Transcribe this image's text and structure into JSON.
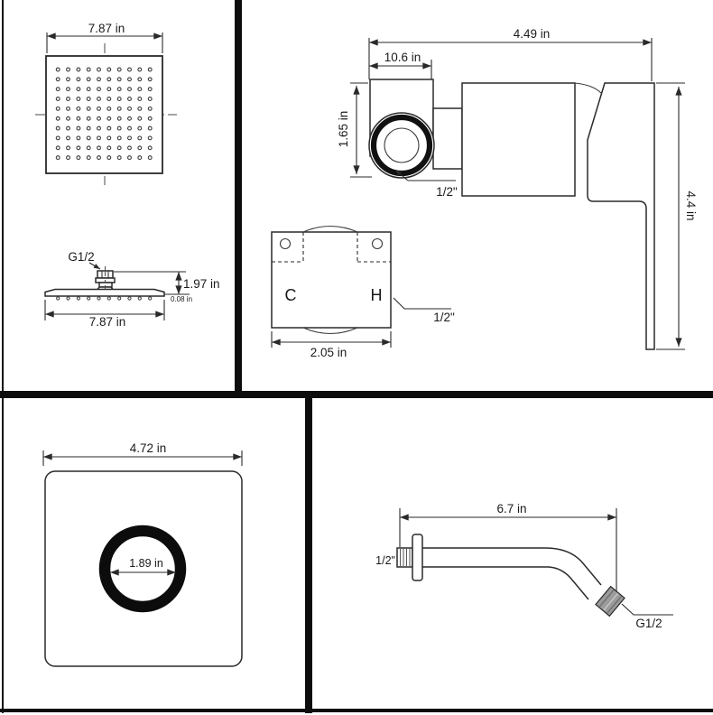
{
  "drawing_title": "shower-set-dimension-sheet",
  "colors": {
    "line": "#2a2a2a",
    "background": "#ffffff",
    "divider": "#0d0d0d",
    "nut_fill": "#9b9b9b"
  },
  "panels": {
    "shower_head": {
      "top_view": {
        "width_label": "7.87 in"
      },
      "side_view": {
        "thread_label": "G1/2",
        "height_label": "1.97 in",
        "thickness_label": "0.08 in",
        "width_label": "7.87 in"
      },
      "nozzle_grid": {
        "rows": 10,
        "cols": 10
      }
    },
    "mixer_valve": {
      "overall_width_label": "4.49 in",
      "inlet_width_label": "10.6 in",
      "inlet_height_label": "1.65 in",
      "inlet_thread_label": "1/2\"",
      "handle_height_label": "4.4 in",
      "plate": {
        "cold_label": "C",
        "hot_label": "H",
        "thread_label": "1/2\"",
        "width_label": "2.05 in"
      }
    },
    "wall_plate": {
      "width_label": "4.72 in",
      "hole_diameter_label": "1.89 in"
    },
    "shower_arm": {
      "length_label": "6.7 in",
      "wall_thread_label": "1/2\"",
      "head_thread_label": "G1/2"
    }
  }
}
